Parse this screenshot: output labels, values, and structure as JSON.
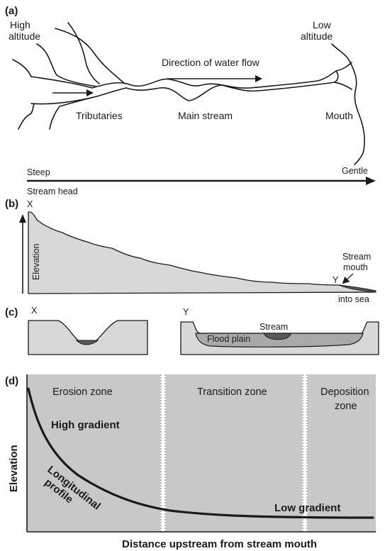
{
  "panels": {
    "a": {
      "label": "(a)",
      "high_altitude_line1": "High",
      "high_altitude_line2": "altitude",
      "low_altitude_line1": "Low",
      "low_altitude_line2": "altitude",
      "direction_label": "Direction of water flow",
      "tributaries": "Tributaries",
      "main_stream": "Main stream",
      "mouth": "Mouth"
    },
    "gradient_arrow": {
      "left": "Steep",
      "right": "Gentle"
    },
    "b": {
      "label": "(b)",
      "stream_head": "Stream head",
      "point_x": "X",
      "elevation": "Elevation",
      "stream_mouth_line1": "Stream",
      "stream_mouth_line2": "mouth",
      "point_y": "Y",
      "into_sea": "into sea"
    },
    "c": {
      "label": "(c)",
      "point_x": "X",
      "point_y": "Y",
      "stream": "Stream",
      "flood_plain": "Flood plain"
    },
    "d": {
      "label": "(d)",
      "erosion_zone": "Erosion zone",
      "transition_zone": "Transition zone",
      "deposition_zone_line1": "Deposition",
      "deposition_zone_line2": "zone",
      "high_gradient": "High gradient",
      "longitudinal_line1": "Longitudinal",
      "longitudinal_line2": "profile",
      "low_gradient": "Low gradient",
      "ylabel": "Elevation",
      "xlabel": "Distance upstream from stream mouth"
    }
  },
  "colors": {
    "land": "#d8d8d8",
    "zone_bg": "#c8c8c8",
    "water": "#5a5a5a",
    "floodplain": "#a9a9a9",
    "outline": "#1a1a1a"
  }
}
